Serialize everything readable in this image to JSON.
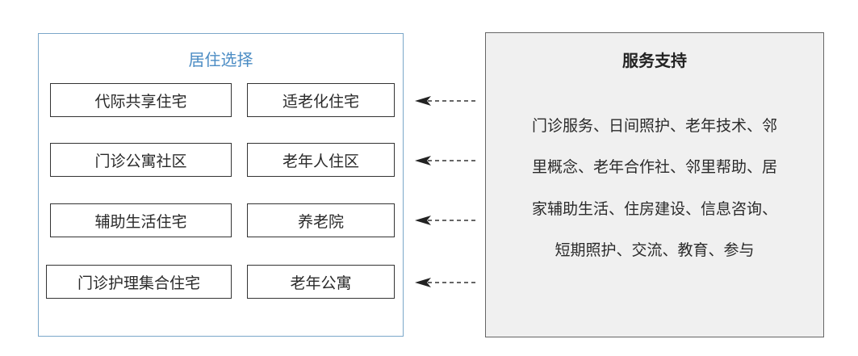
{
  "residence": {
    "title": "居住选择",
    "options_left": [
      "代际共享住宅",
      "门诊公寓社区",
      "辅助生活住宅",
      "门诊护理集合住宅"
    ],
    "options_right": [
      "适老化住宅",
      "老年人住区",
      "养老院",
      "老年公寓"
    ]
  },
  "support": {
    "title": "服务支持",
    "lines": [
      "门诊服务、日间照护、老年技术、邻",
      "里概念、老年合作社、邻里帮助、居",
      "家辅助生活、住房建设、信息咨询、",
      "短期照护、交流、教育、参与"
    ]
  },
  "colors": {
    "residence_border": "#7ba7c9",
    "residence_title": "#4b8cc4",
    "support_background": "#f0f0f0"
  }
}
